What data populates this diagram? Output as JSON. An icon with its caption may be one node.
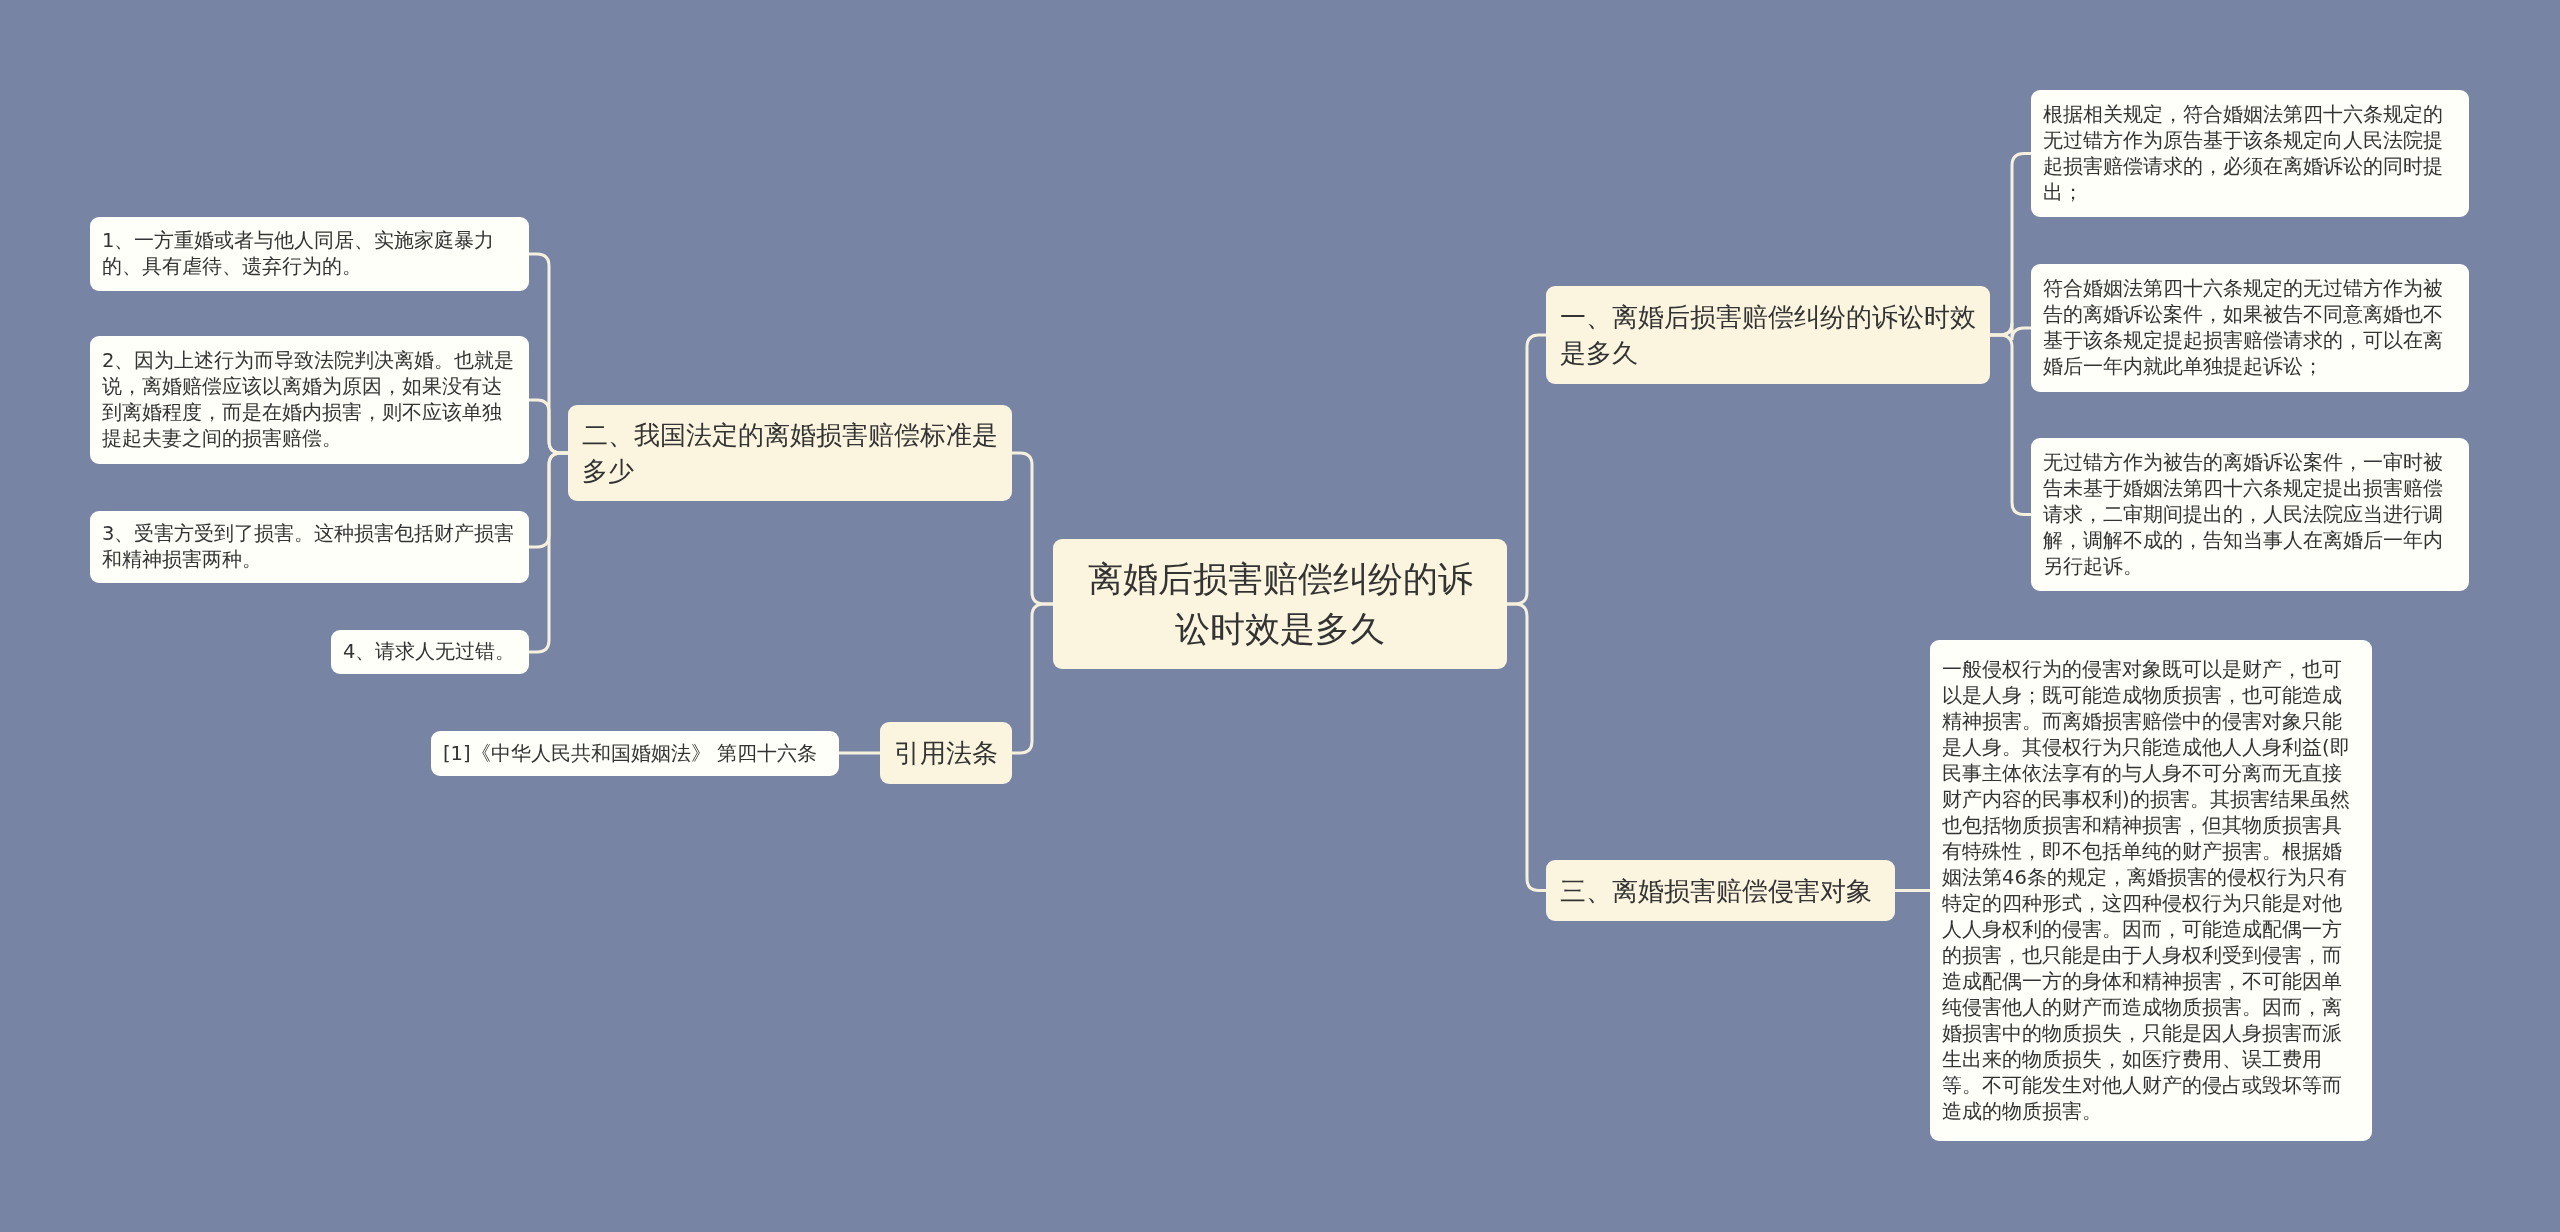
{
  "diagram": {
    "nodes": [
      {
        "text": [
          "离婚后损害赔偿纠纷的诉讼时效是多久"
        ]
      },
      {
        "text": [
          "一、离婚后损害赔偿纠纷的诉讼时效是多久"
        ]
      },
      {
        "text": [
          "根据相关规定，符合婚姻法第四十六条规定的无过错方作为原告基于该条规定向人民法院提起损害赔偿请求的，必须在离婚诉讼的同时提出；"
        ]
      },
      {
        "text": [
          "符合婚姻法第四十六条规定的无过错方作为被告的离婚诉讼案件，如果被告不同意离婚也不基于该条规定提起损害赔偿请求的，可以在离婚后一年内就此单独提起诉讼；"
        ]
      },
      {
        "text": [
          "无过错方作为被告的离婚诉讼案件，一审时被告未基于婚姻法第四十六条规定提出损害赔偿请求，二审期间提出的，人民法院应当进行调解，调解不成的，告知当事人在离婚后一年内另行起诉。"
        ]
      },
      {
        "text": [
          "三、离婚损害赔偿侵害对象"
        ]
      },
      {
        "text": [
          "一般侵权行为的侵害对象既可以是财产，也可以是人身；既可能造成物质损害，也可能造成精神损害。而离婚损害赔偿中的侵害对象只能是人身。其侵权行为只能造成他人人身利益(即民事主体依法享有的与人身不可分离而无直接财产内容的民事权利)的损害。其损害结果虽然也包括物质损害和精神损害，但其物质损害具有特殊性，即不包括单纯的财产损害。根据婚姻法第46条的规定，离婚损害的侵权行为只有特定的四种形式，这四种侵权行为只能是对他人人身权利的侵害。因而，可能造成配偶一方的损害，也只能是由于人身权利受到侵害，而造成配偶一方的身体和精神损害，不可能因单纯侵害他人的财产而造成物质损害。因而，离婚损害中的物质损失，只能是因人身损害而派生出来的物质损失，如医疗费用、误工费用等。不可能发生对他人财产的侵占或毁坏等而造成的物质损害。"
        ]
      },
      {
        "text": [
          "二、我国法定的离婚损害赔偿标准是多少"
        ]
      },
      {
        "text": [
          "1、一方重婚或者与他人同居、实施家庭暴力的、具有虐待、遗弃行为的。"
        ]
      },
      {
        "text": [
          "2、因为上述行为而导致法院判决离婚。也就是说，离婚赔偿应该以离婚为原因，如果没有达到离婚程度，而是在婚内损害，则不应该单独提起夫妻之间的损害赔偿。"
        ]
      },
      {
        "text": [
          "3、受害方受到了损害。这种损害包括财产损害和精神损害两种。"
        ]
      },
      {
        "text": [
          "4、请求人无过错。"
        ]
      },
      {
        "text": [
          "引用法条"
        ]
      },
      {
        "text": [
          "[1]《中华人民共和国婚姻法》 第四十六条"
        ]
      }
    ],
    "edges": [
      {
        "from": 0,
        "to": 1,
        "arrow": "none"
      },
      {
        "from": 1,
        "to": 2,
        "arrow": "none"
      },
      {
        "from": 1,
        "to": 3,
        "arrow": "none"
      },
      {
        "from": 1,
        "to": 4,
        "arrow": "none"
      },
      {
        "from": 0,
        "to": 5,
        "arrow": "none"
      },
      {
        "from": 5,
        "to": 6,
        "arrow": "none"
      },
      {
        "from": 0,
        "to": 7,
        "arrow": "none"
      },
      {
        "from": 7,
        "to": 8,
        "arrow": "none"
      },
      {
        "from": 7,
        "to": 9,
        "arrow": "none"
      },
      {
        "from": 7,
        "to": 10,
        "arrow": "none"
      },
      {
        "from": 7,
        "to": 11,
        "arrow": "none"
      },
      {
        "from": 0,
        "to": 12,
        "arrow": "none"
      },
      {
        "from": 12,
        "to": 13,
        "arrow": "none"
      }
    ]
  }
}
